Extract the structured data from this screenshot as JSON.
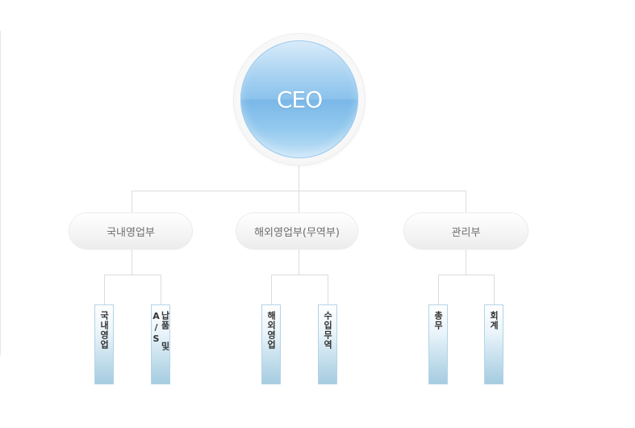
{
  "ceo": {
    "label": "CEO"
  },
  "departments": [
    {
      "name": "국내영업부",
      "teams": [
        "국내영업",
        "납품 및 A/S"
      ]
    },
    {
      "name": "해외영업부(무역부)",
      "teams": [
        "해외영업",
        "수입무역"
      ]
    },
    {
      "name": "관리부",
      "teams": [
        "총무",
        "회계"
      ]
    }
  ]
}
